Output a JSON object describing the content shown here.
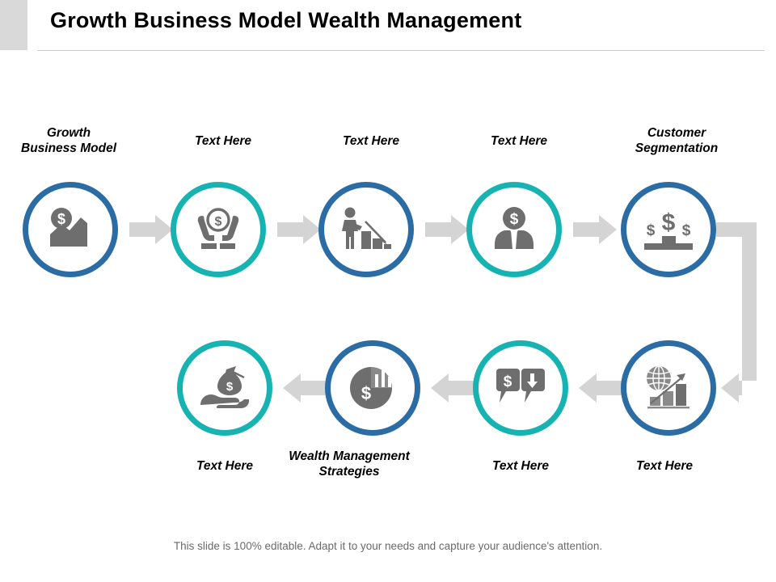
{
  "slide": {
    "title": "Growth Business Model Wealth Management",
    "footer": "This slide is 100% editable. Adapt it to your needs and capture your audience's attention."
  },
  "colors": {
    "ring_blue": "#2c6ca4",
    "ring_teal": "#17b3b3",
    "icon_gray": "#6e6e6e",
    "connector_gray": "#d4d4d4",
    "title_accent_gray": "#d9d9d9",
    "footer_text": "#6a6a6a"
  },
  "nodes": [
    {
      "id": "node-1",
      "label": "Growth\nBusiness Model",
      "label_position": "above",
      "ring_color": "blue",
      "icon": "dollar-area-chart-icon",
      "row": "top",
      "index": 1
    },
    {
      "id": "node-2",
      "label": "Text Here",
      "label_position": "above",
      "ring_color": "teal",
      "icon": "hands-holding-coin-icon",
      "row": "top",
      "index": 2
    },
    {
      "id": "node-3",
      "label": "Text Here",
      "label_position": "above",
      "ring_color": "blue",
      "icon": "businessman-declining-bars-icon",
      "row": "top",
      "index": 3
    },
    {
      "id": "node-4",
      "label": "Text Here",
      "label_position": "above",
      "ring_color": "teal",
      "icon": "businessman-dollar-head-icon",
      "row": "top",
      "index": 4
    },
    {
      "id": "node-5",
      "label": "Customer\nSegmentation",
      "label_position": "above",
      "ring_color": "blue",
      "icon": "dollar-podium-icon",
      "row": "top",
      "index": 5
    },
    {
      "id": "node-6",
      "label": "Text Here",
      "label_position": "below",
      "ring_color": "blue",
      "icon": "globe-growth-bars-icon",
      "row": "bottom",
      "index": 6
    },
    {
      "id": "node-7",
      "label": "Text Here",
      "label_position": "below",
      "ring_color": "teal",
      "icon": "dollar-speech-bubbles-icon",
      "row": "bottom",
      "index": 7
    },
    {
      "id": "node-8",
      "label": "Wealth Management\nStrategies",
      "label_position": "below",
      "ring_color": "blue",
      "icon": "dollar-pie-chart-icon",
      "row": "bottom",
      "index": 8
    },
    {
      "id": "node-9",
      "label": "Text Here",
      "label_position": "below",
      "ring_color": "teal",
      "icon": "hand-money-bag-icon",
      "row": "bottom",
      "index": 9
    }
  ],
  "connectors": [
    {
      "id": "arrow-1-2",
      "direction": "right"
    },
    {
      "id": "arrow-2-3",
      "direction": "right"
    },
    {
      "id": "arrow-3-4",
      "direction": "right"
    },
    {
      "id": "arrow-4-5",
      "direction": "right"
    },
    {
      "id": "arrow-5-6-wrap",
      "direction": "wrap-down-left"
    },
    {
      "id": "arrow-6-7",
      "direction": "left"
    },
    {
      "id": "arrow-7-8",
      "direction": "left"
    },
    {
      "id": "arrow-8-9",
      "direction": "left"
    }
  ]
}
